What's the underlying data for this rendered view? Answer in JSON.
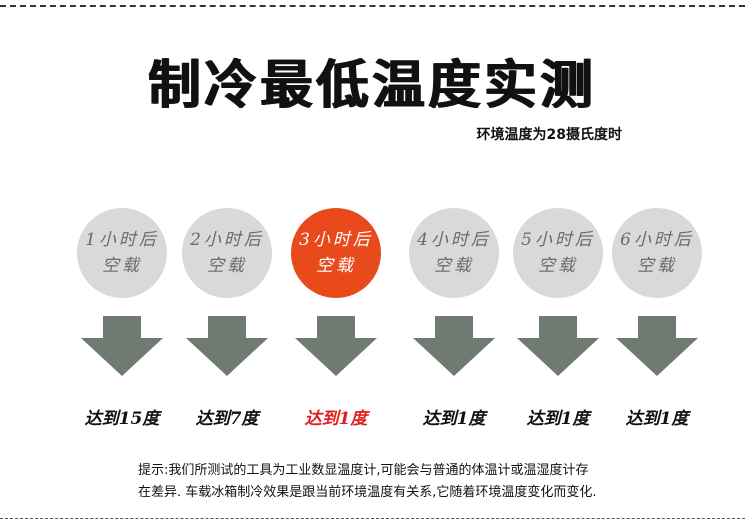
{
  "title": "制冷最低温度实测",
  "subtitle": "环境温度为28摄氏度时",
  "stages": [
    {
      "line1": "1小时后",
      "line2": "空载",
      "result": "达到15度",
      "active": false
    },
    {
      "line1": "2小时后",
      "line2": "空载",
      "result": "达到7度",
      "active": false
    },
    {
      "line1": "3小时后",
      "line2": "空载",
      "result": "达到1度",
      "active": true
    },
    {
      "line1": "4小时后",
      "line2": "空载",
      "result": "达到1度",
      "active": false
    },
    {
      "line1": "5小时后",
      "line2": "空载",
      "result": "达到1度",
      "active": false
    },
    {
      "line1": "6小时后",
      "line2": "空载",
      "result": "达到1度",
      "active": false
    }
  ],
  "note": {
    "line1": "提示:我们所测试的工具为工业数显温度计,可能会与普通的体温计或温湿度计存",
    "line2": "在差异. 车载冰箱制冷效果是跟当前环境温度有关系,它随着环境温度变化而变化."
  },
  "colors": {
    "circle_default": "#d9d9d9",
    "circle_active": "#e84a1b",
    "arrow": "#6f7a72",
    "result_active": "#e02020"
  }
}
